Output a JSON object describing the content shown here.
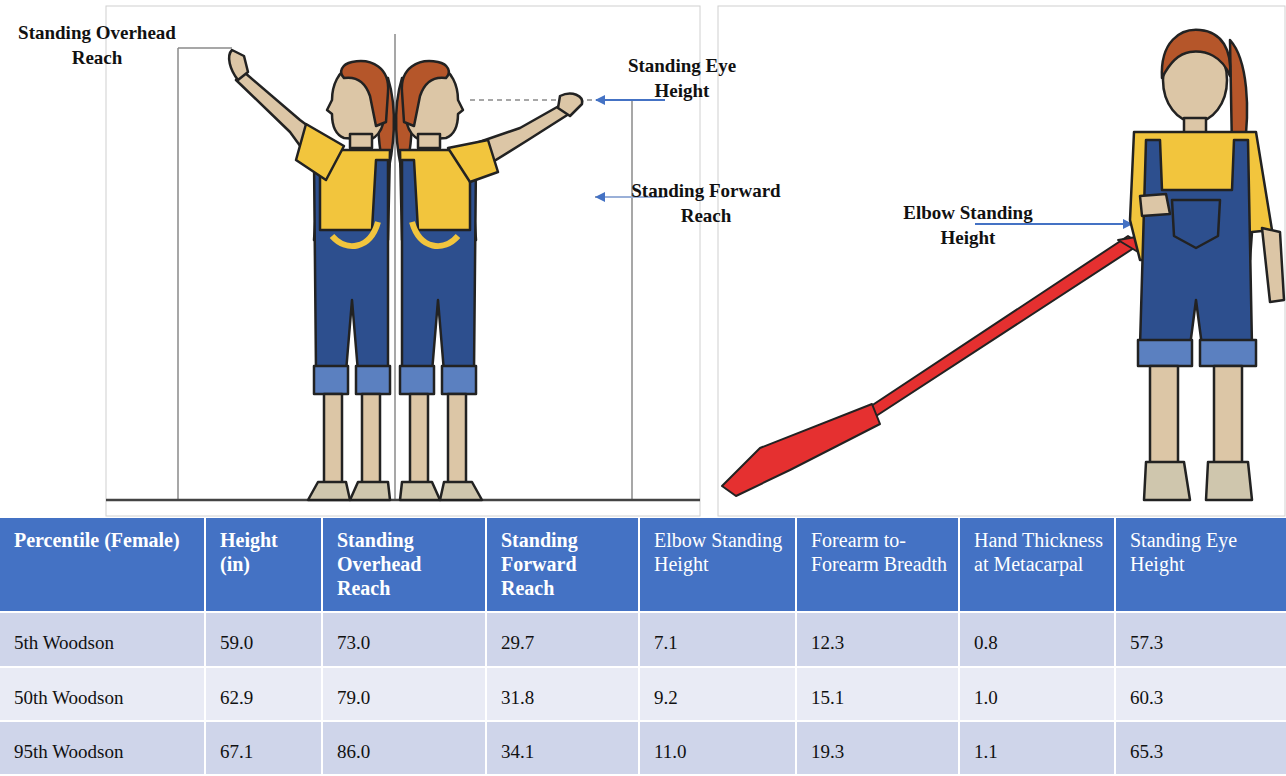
{
  "diagram": {
    "labels": [
      "Standing Overhead Reach",
      "Standing Eye Height",
      "Standing Forward Reach",
      "Elbow Standing Height",
      "Percentile (Female)",
      "Height (in)",
      "Standing Overhead Reach",
      "Standing Forward Reach",
      "Elbow Standing Height",
      "Forearm to- Forearm Breadth",
      "Hand Thickness at Metacarpal",
      "Standing Eye Height",
      "5th Woodson",
      "59.0",
      "73.0",
      "29.7",
      "7.1",
      "12.3",
      "0.8",
      "57.3",
      "50th Woodson",
      "62.9",
      "79.0",
      "31.8",
      "9.2",
      "15.1",
      "1.0",
      "60.3",
      "95th Woodson",
      "67.1",
      "86.0",
      "34.1",
      "11.0",
      "19.3",
      "1.1",
      "65.3"
    ]
  }
}
